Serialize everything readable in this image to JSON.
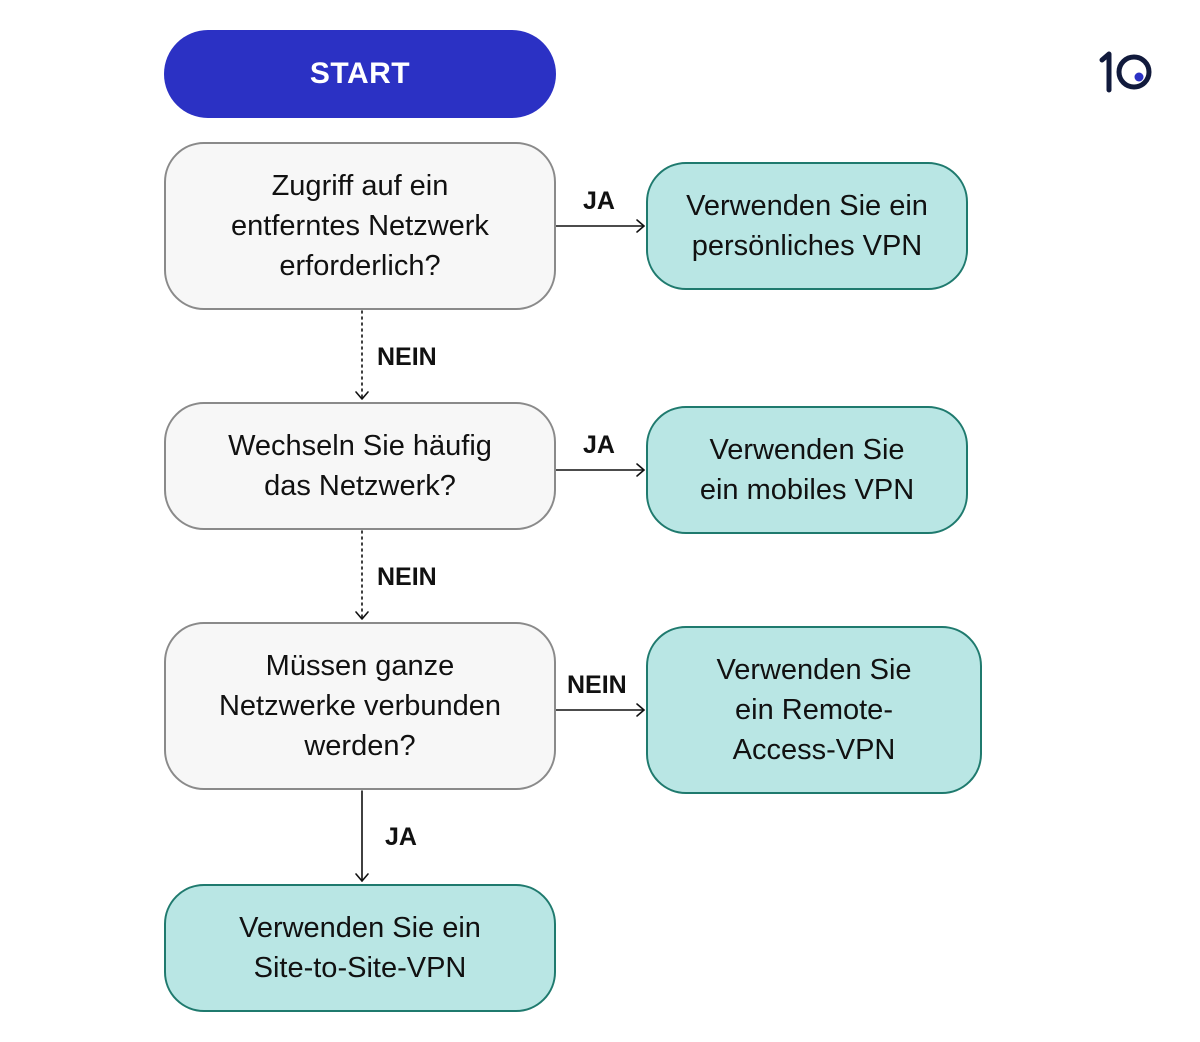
{
  "logo": {
    "text": "10",
    "accent_color": "#2b31c4"
  },
  "start": {
    "label": "START"
  },
  "questions": [
    {
      "text": "Zugriff auf ein\nentferntes Netzwerk\nerforderlich?"
    },
    {
      "text": "Wechseln Sie häufig\ndas Netzwerk?"
    },
    {
      "text": "Müssen ganze\nNetzwerke verbunden\nwerden?"
    }
  ],
  "results": [
    {
      "text": "Verwenden Sie ein\npersönliches VPN"
    },
    {
      "text": "Verwenden Sie\nein mobiles VPN"
    },
    {
      "text": "Verwenden Sie\nein Remote-\nAccess-VPN"
    },
    {
      "text": "Verwenden Sie ein\nSite-to-Site-VPN"
    }
  ],
  "edges": {
    "q1_yes": "JA",
    "q1_no": "NEIN",
    "q2_yes": "JA",
    "q2_no": "NEIN",
    "q3_no": "NEIN",
    "q3_yes": "JA"
  },
  "colors": {
    "start_fill": "#2b31c4",
    "question_fill": "#f7f7f7",
    "question_border": "#8a8a8a",
    "result_fill": "#b9e6e4",
    "result_border": "#1f7a6e"
  }
}
